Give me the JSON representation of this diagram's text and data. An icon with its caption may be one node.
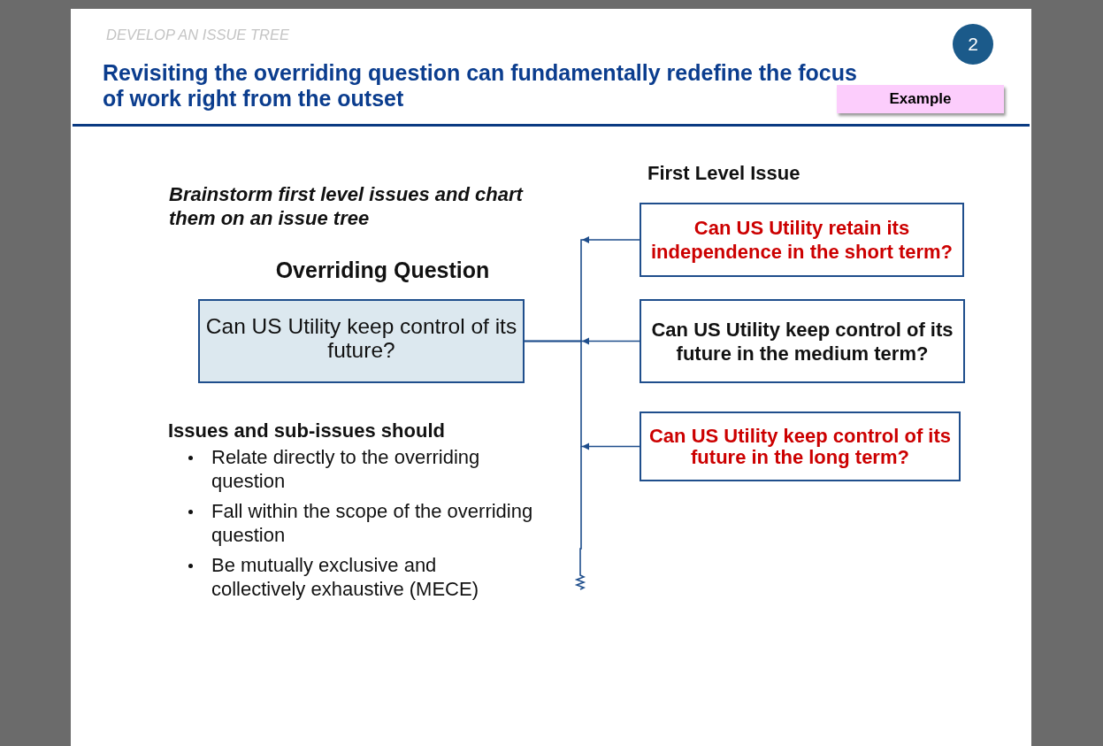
{
  "diagram": {
    "title": "Revisiting the overriding question can fundamentally redefine the focus of work right from the outset",
    "nodes": [
      {
        "text": [
          "2"
        ]
      },
      {
        "text": [
          "Example"
        ]
      },
      {
        "text": [
          "Overriding Question",
          "Can US Utility keep control of its future?"
        ]
      },
      {
        "text": [
          "Can US Utility retain its independence in the short term?"
        ]
      },
      {
        "text": [
          "Can US Utility keep control of its future in the medium term?"
        ]
      },
      {
        "text": [
          "Can US Utility keep control of its future in the long term?"
        ]
      }
    ],
    "edges": [
      {
        "from": 3,
        "to": 2,
        "arrow": "to"
      },
      {
        "from": 4,
        "to": 2,
        "arrow": "to"
      },
      {
        "from": 5,
        "to": 2,
        "arrow": "to"
      }
    ],
    "labels": [
      "DEVELOP AN ISSUE TREE",
      "Brainstorm first level issues and chart them on an issue tree",
      "First Level Issue",
      "Issues and sub-issues should",
      "Relate directly to the overriding question",
      "Fall within the scope of the overriding question",
      "Be mutually exclusive and collectively exhaustive (MECE)"
    ]
  }
}
